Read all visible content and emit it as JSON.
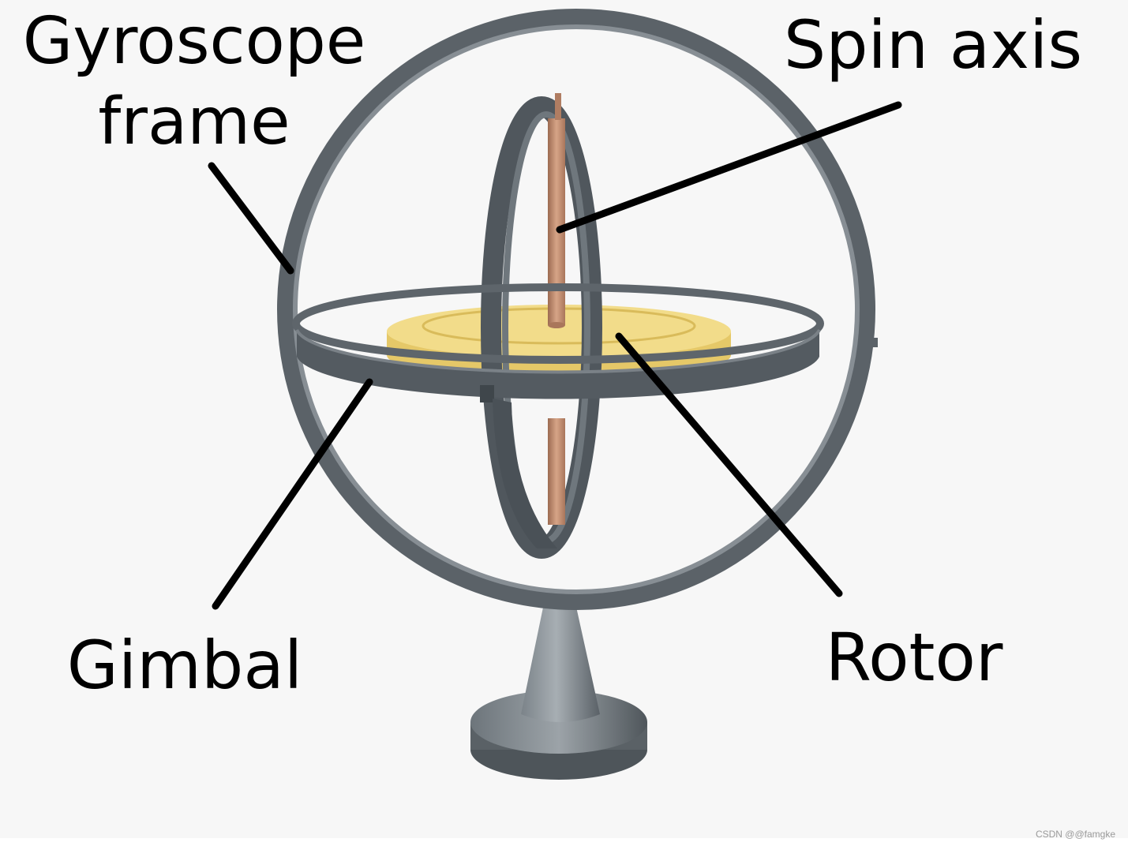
{
  "labels": {
    "gyroscope_frame_line1": "Gyroscope",
    "gyroscope_frame_line2": "frame",
    "spin_axis": "Spin axis",
    "gimbal": "Gimbal",
    "rotor": "Rotor"
  },
  "watermark": "CSDN @@famgke",
  "colors": {
    "background": "#f7f7f7",
    "frame_metal": "#5f666c",
    "frame_highlight": "#8a9197",
    "rotor_disc": "#f0d77e",
    "rotor_edge": "#e2c05c",
    "spin_axis_rod": "#c58f71",
    "leader_line": "#000000"
  }
}
